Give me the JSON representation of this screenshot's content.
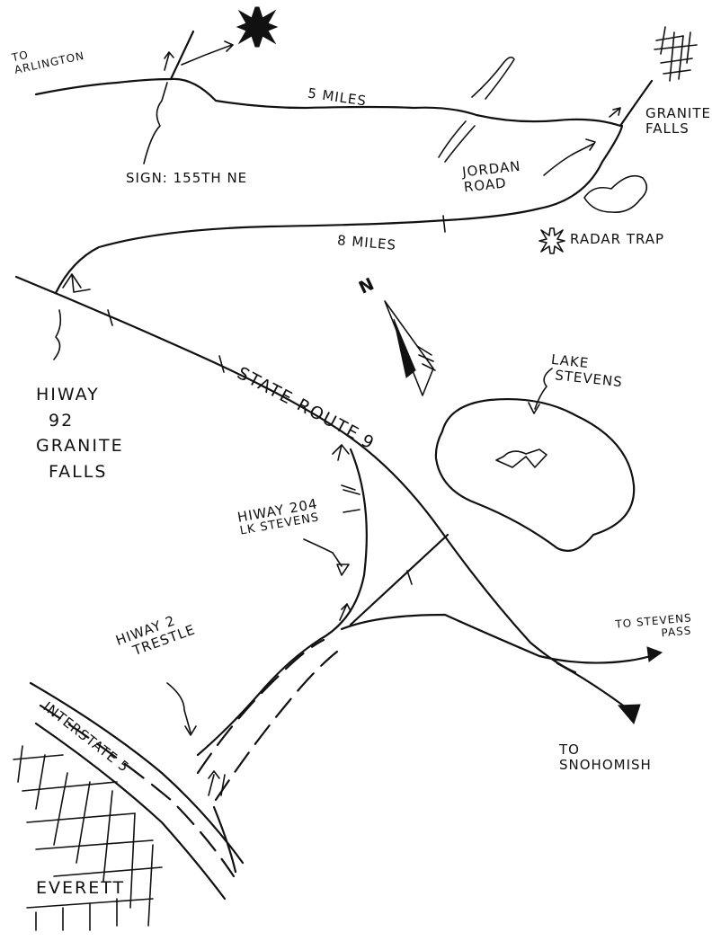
{
  "labels": {
    "to_arlington_1": "TO",
    "to_arlington_2": "ARLINGTON",
    "five_miles": "5 MILES",
    "sign_155th": "SIGN: 155TH NE",
    "jordan_road_1": "JORDAN",
    "jordan_road_2": "ROAD",
    "granite_falls_1": "GRANITE",
    "granite_falls_2": "FALLS",
    "radar_trap": "RADAR TRAP",
    "eight_miles": "8 MILES",
    "north": "N",
    "hiway92_1": "HIWAY",
    "hiway92_2": "92",
    "hiway92_3": "GRANITE",
    "hiway92_4": "FALLS",
    "state_route_9": "STATE ROUTE",
    "route_9_num": "9",
    "lake_stevens_1": "LAKE",
    "lake_stevens_2": "STEVENS",
    "hiway204_1": "HIWAY 204",
    "hiway204_2": "LK STEVENS",
    "hiway2_1": "HIWAY 2",
    "hiway2_2": "TRESTLE",
    "to_stevens_pass_1": "TO STEVENS",
    "to_stevens_pass_2": "PASS",
    "to_snohomish_1": "TO",
    "to_snohomish_2": "SNOHOMISH",
    "interstate_5": "INTERSTATE 5",
    "everett": "EVERETT"
  },
  "icons": {
    "destination_cross": "maltese-cross-filled",
    "radar_cross": "maltese-cross-outline",
    "north_arrow": "north-arrow",
    "lake_fish": "fish-doodle"
  },
  "colors": {
    "ink": "#111111",
    "paper": "#ffffff"
  }
}
